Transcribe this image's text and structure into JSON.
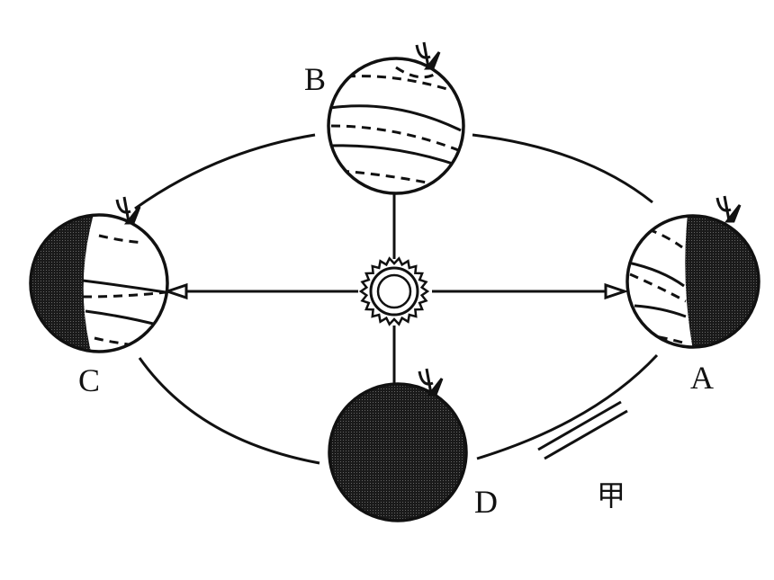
{
  "labels": {
    "a": "A",
    "b": "B",
    "c": "C",
    "d": "D",
    "jia": "甲"
  },
  "colors": {
    "ink": "#111111",
    "background": "#ffffff"
  },
  "icons": {
    "sun": "sun-icon"
  }
}
